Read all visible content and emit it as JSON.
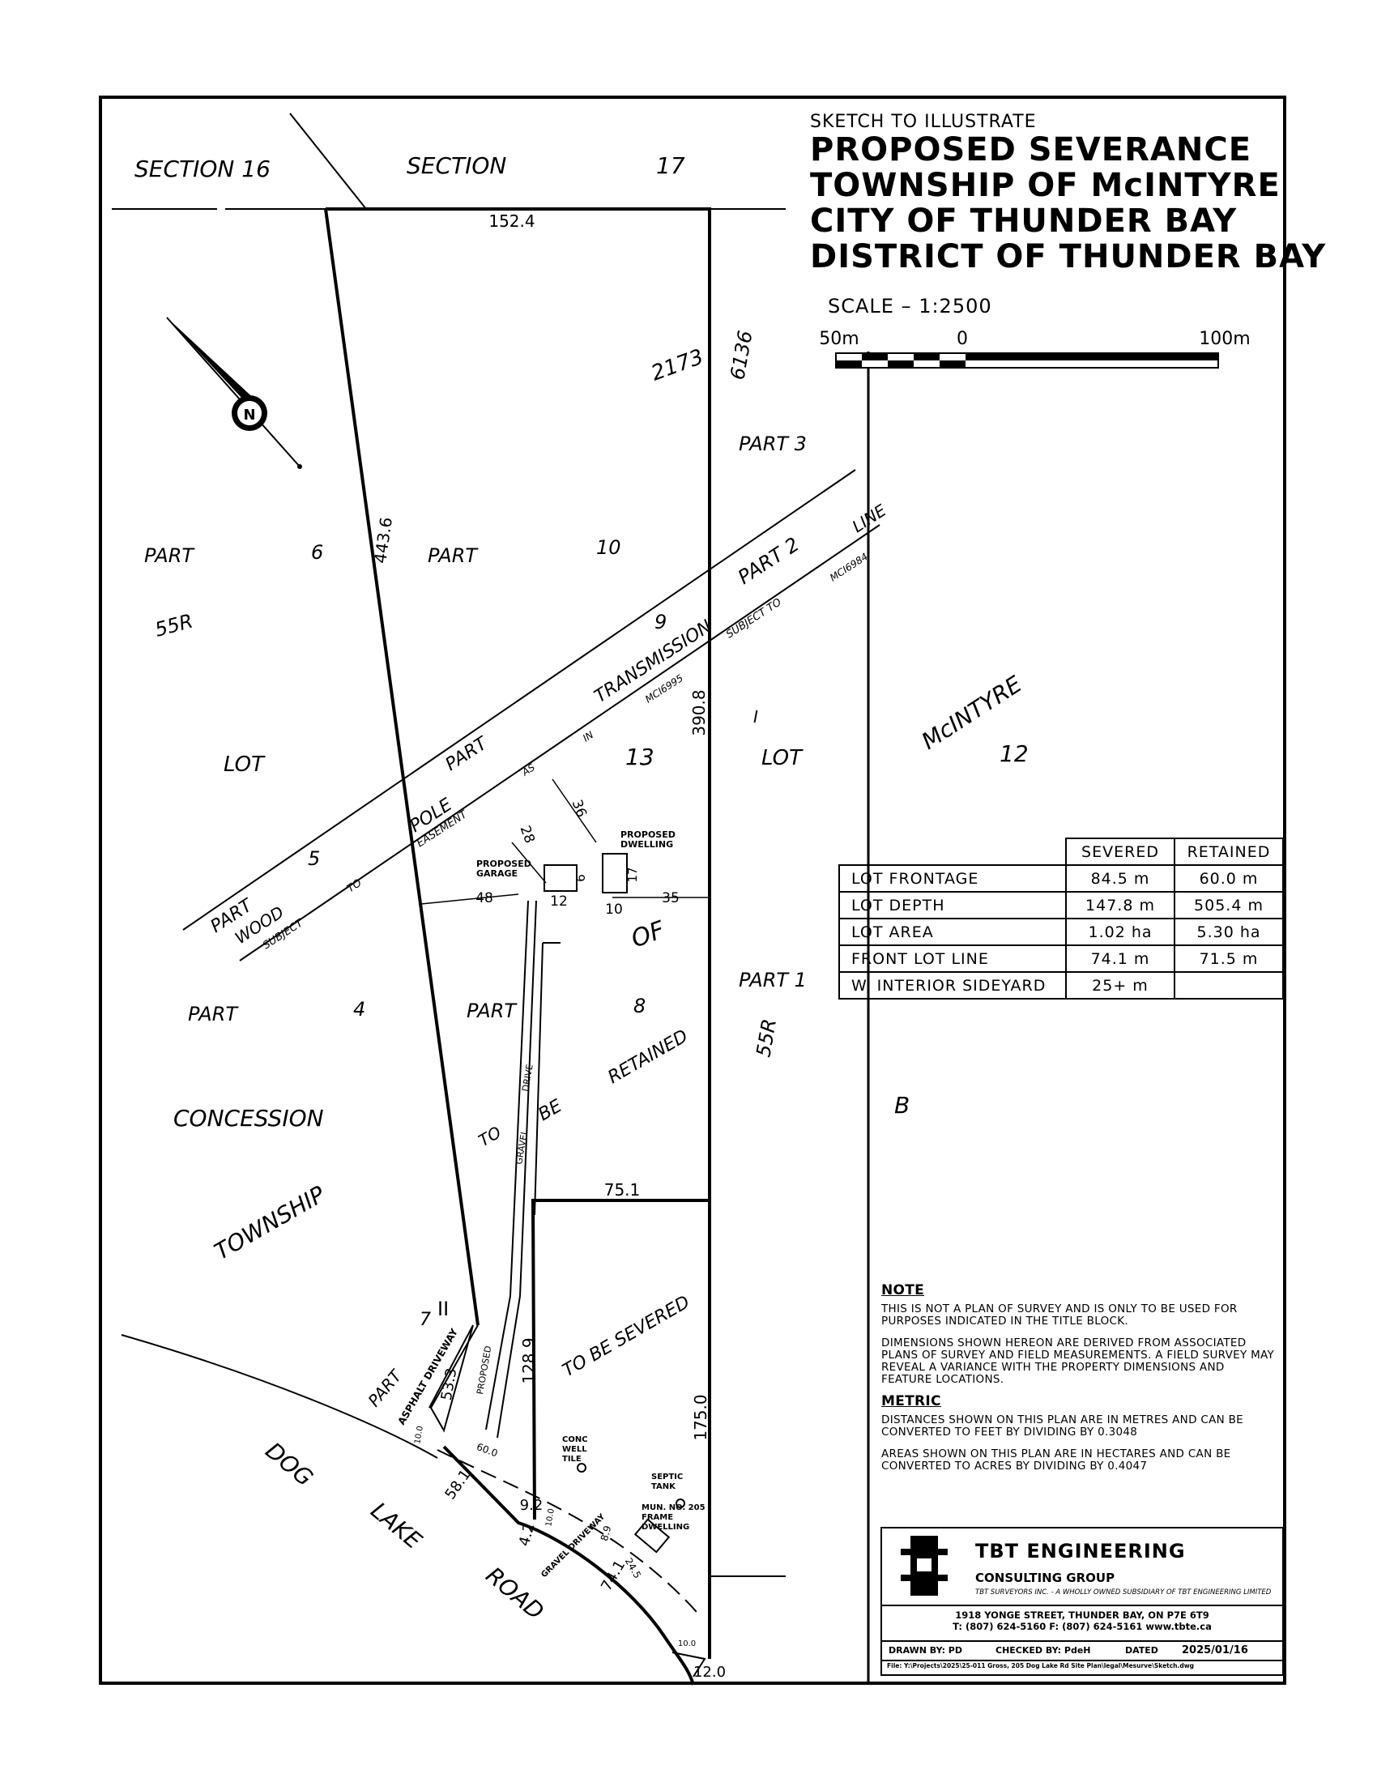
{
  "title": {
    "line1": "SKETCH TO ILLUSTRATE",
    "line2": "PROPOSED SEVERANCE",
    "line3": "TOWNSHIP OF McINTYRE",
    "line4": "CITY OF THUNDER BAY",
    "line5": "DISTRICT OF THUNDER BAY"
  },
  "scale": {
    "label": "SCALE  –  1:2500",
    "tick_left": "50m",
    "tick_mid": "0",
    "tick_right": "100m"
  },
  "plan": {
    "section16": "SECTION  16",
    "section": "SECTION",
    "section17": "17",
    "north_letter": "N",
    "dims": {
      "top": "152.4",
      "west": "443.6",
      "east": "390.8",
      "retained_south": "75.1",
      "sever_west": "128.9",
      "sever_east": "175.0",
      "road_a": "58.1",
      "road_b": "60.0",
      "road_c": "9.2",
      "road_d": "4.2",
      "road_e": "74.1",
      "road_f": "12.0",
      "road_g": "10.0",
      "road_h": "10.0",
      "road_i": "8.9",
      "road_j": "24.5",
      "road_k": "10.0",
      "drive_len": "53.3",
      "off_48": "48",
      "off_12": "12",
      "off_10": "10",
      "off_35": "35",
      "off_28": "28",
      "off_36": "36",
      "garage_6": "6",
      "dwell_17": "17"
    },
    "labels": {
      "n2173": "2173",
      "n6136": "6136",
      "part3": "PART  3",
      "part_w": "PART",
      "n6": "6",
      "part_c": "PART",
      "n10": "10",
      "r55": "55R",
      "part2": "PART  2",
      "line": "LINE",
      "n9": "9",
      "transmission": "TRANSMISSION",
      "subject_to": "SUBJECT  TO",
      "mc6984": "MCI6984",
      "in": "IN",
      "mc6995": "MCI6995",
      "mcintyre": "McINTYRE",
      "i": "I",
      "lot_w": "LOT",
      "part_e": "PART",
      "n13": "13",
      "lot_e": "LOT",
      "n12": "12",
      "as": "AS",
      "pole": "POLE",
      "easement": "EASEMENT",
      "n5": "5",
      "part_wood": "PART",
      "wood": "WOOD",
      "subject": "SUBJECT",
      "to": "TO",
      "proposed_dwelling_1": "PROPOSED",
      "proposed_dwelling_2": "DWELLING",
      "proposed_garage_1": "PROPOSED",
      "proposed_garage_2": "GARAGE",
      "of": "OF",
      "part1": "PART  1",
      "r55b": "55R",
      "part_4a": "PART",
      "n4": "4",
      "part_4b": "PART",
      "n8": "8",
      "retained": "RETAINED",
      "concession": "CONCESSION",
      "to_be_to": "TO",
      "be": "BE",
      "gravel": "GRAVEL",
      "drive": "DRIVE",
      "b": "B",
      "township": "TOWNSHIP",
      "to_be_severed": "TO  BE  SEVERED",
      "roman_ii": "II",
      "n7": "7",
      "part_7": "PART",
      "asphalt_driveway": "ASPHALT  DRIVEWAY",
      "proposed_drive": "PROPOSED",
      "conc_well_1": "CONC",
      "conc_well_2": "WELL",
      "conc_well_3": "TILE",
      "septic_1": "SEPTIC",
      "septic_2": "TANK",
      "mun_1": "MUN.  NO.  205",
      "mun_2": "FRAME",
      "mun_3": "DWELLING",
      "gravel_driveway": "GRAVEL DRIVEWAY",
      "dog": "DOG",
      "lake": "LAKE",
      "road": "ROAD"
    }
  },
  "table": {
    "col_severed": "SEVERED",
    "col_retained": "RETAINED",
    "rows": [
      {
        "label": "LOT FRONTAGE",
        "severed": "84.5  m",
        "retained": "60.0  m"
      },
      {
        "label": "LOT DEPTH",
        "severed": "147.8  m",
        "retained": "505.4  m"
      },
      {
        "label": "LOT AREA",
        "severed": "1.02  ha",
        "retained": "5.30  ha"
      },
      {
        "label": "FRONT LOT LINE",
        "severed": "74.1  m",
        "retained": "71.5  m"
      },
      {
        "label": "W.  INTERIOR SIDEYARD",
        "severed": "25+  m",
        "retained": ""
      }
    ]
  },
  "note": {
    "heading": "NOTE",
    "p1": "THIS IS NOT A PLAN OF SURVEY AND IS ONLY TO BE USED FOR PURPOSES INDICATED IN THE TITLE BLOCK.",
    "p2": "DIMENSIONS SHOWN HEREON ARE DERIVED FROM ASSOCIATED PLANS OF SURVEY AND FIELD MEASUREMENTS. A FIELD SURVEY MAY REVEAL A VARIANCE WITH THE PROPERTY DIMENSIONS AND FEATURE LOCATIONS.",
    "metric_heading": "METRIC",
    "p3": "DISTANCES SHOWN ON THIS PLAN ARE IN METRES AND CAN BE CONVERTED TO FEET BY DIVIDING BY 0.3048",
    "p4": "AREAS SHOWN ON THIS PLAN ARE IN HECTARES AND CAN BE CONVERTED TO ACRES BY DIVIDING BY 0.4047"
  },
  "title_block": {
    "company": "TBT ENGINEERING",
    "group": "CONSULTING GROUP",
    "tagline": "TBT SURVEYORS INC. - A WHOLLY OWNED SUBSIDIARY OF TBT ENGINEERING LIMITED",
    "address": "1918 YONGE STREET, THUNDER BAY, ON P7E 6T9",
    "phone": "T: (807) 624-5160  F: (807) 624-5161  www.tbte.ca",
    "drawn_by": "DRAWN BY:  PD",
    "checked_by": "CHECKED BY:      PdeH",
    "dated_label": "DATED",
    "dated_value": "2025/01/16",
    "file": "File: Y:\\Projects\\2025\\25-011 Gross, 205 Dog Lake Rd Site Plan\\legal\\Mesurve\\Sketch.dwg"
  }
}
